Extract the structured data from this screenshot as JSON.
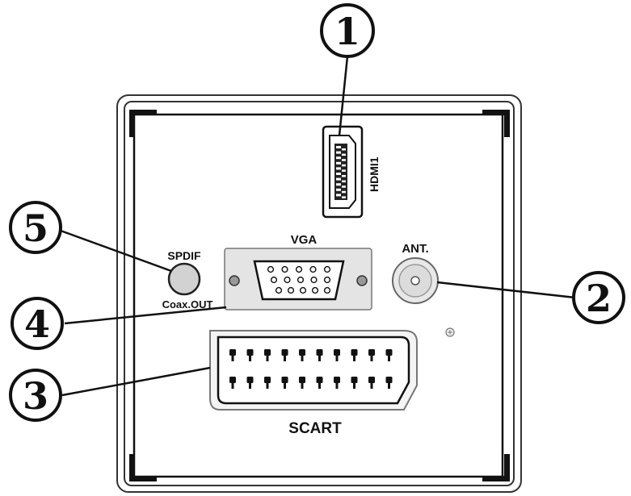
{
  "callouts": [
    {
      "number": "1",
      "target": "hdmi-port"
    },
    {
      "number": "2",
      "target": "antenna-port"
    },
    {
      "number": "3",
      "target": "scart-port"
    },
    {
      "number": "4",
      "target": "vga-port"
    },
    {
      "number": "5",
      "target": "spdif-port"
    }
  ],
  "ports": {
    "hdmi": {
      "label": "HDMI1"
    },
    "vga": {
      "label": "VGA"
    },
    "antenna": {
      "label": "ANT."
    },
    "spdif": {
      "label": "SPDIF",
      "sublabel": "Coax.OUT"
    },
    "scart": {
      "label": "SCART"
    }
  }
}
